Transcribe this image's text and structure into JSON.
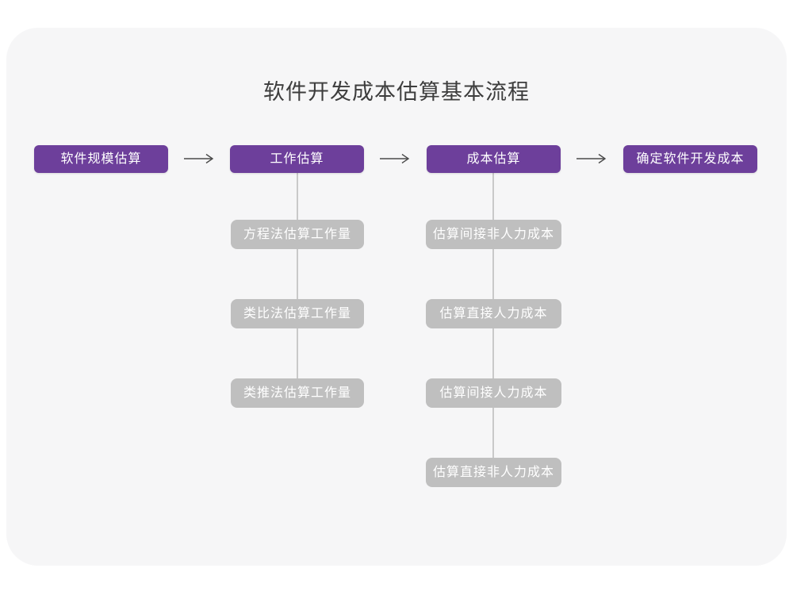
{
  "title": "软件开发成本估算基本流程",
  "colors": {
    "accent_purple": "#6d3f9b",
    "sub_box_gray": "#bfbfbf",
    "connector_gray": "#c9c9c9",
    "arrow_dark": "#4a4a4a",
    "canvas_bg": "#f6f6f7",
    "page_bg": "#ffffff",
    "title_text": "#3d3d3d",
    "box_text": "#ffffff"
  },
  "flow": {
    "stages": [
      {
        "label": "软件规模估算",
        "children": []
      },
      {
        "label": "工作估算",
        "children": [
          "方程法估算工作量",
          "类比法估算工作量",
          "类推法估算工作量"
        ]
      },
      {
        "label": "成本估算",
        "children": [
          "估算间接非人力成本",
          "估算直接人力成本",
          "估算间接人力成本",
          "估算直接非人力成本"
        ]
      },
      {
        "label": "确定软件开发成本",
        "children": []
      }
    ]
  }
}
